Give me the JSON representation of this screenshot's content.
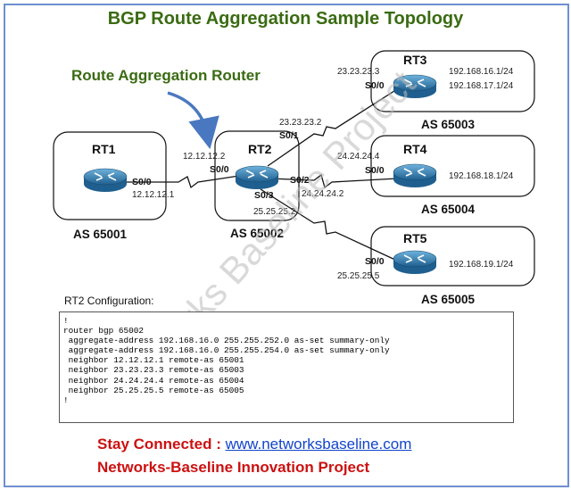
{
  "title": "BGP Route Aggregation Sample Topology",
  "agg_label": "Route Aggregation Router",
  "watermark": "Networks Baseline Project",
  "routers": {
    "rt1": {
      "name": "RT1",
      "as": "AS 65001",
      "iface": "S0/0",
      "ip": "12.12.12.1"
    },
    "rt2": {
      "name": "RT2",
      "as": "AS 65002",
      "s00": "S0/0",
      "s00_ip": "12.12.12.2",
      "s01": "S0/1",
      "s01_ip": "23.23.23.2",
      "s02": "S0/2",
      "s02_ip": "24.24.24.2",
      "s03": "S0/3",
      "s03_ip": "25.25.25.2"
    },
    "rt3": {
      "name": "RT3",
      "as": "AS 65003",
      "iface": "S0/0",
      "ip": "23.23.23.3",
      "net1": "192.168.16.1/24",
      "net2": "192.168.17.1/24"
    },
    "rt4": {
      "name": "RT4",
      "as": "AS 65004",
      "iface": "S0/0",
      "ip": "24.24.24.4",
      "net1": "192.168.18.1/24"
    },
    "rt5": {
      "name": "RT5",
      "as": "AS 65005",
      "iface": "S0/0",
      "ip": "25.25.25.5",
      "net1": "192.168.19.1/24"
    }
  },
  "config": {
    "title": "RT2 Configuration:",
    "lines": [
      "!",
      "router bgp 65002",
      " aggregate-address 192.168.16.0 255.255.252.0 as-set summary-only",
      " aggregate-address 192.168.16.0 255.255.254.0 as-set summary-only",
      " neighbor 12.12.12.1 remote-as 65001",
      " neighbor 23.23.23.3 remote-as 65003",
      " neighbor 24.24.24.4 remote-as 65004",
      " neighbor 25.25.25.5 remote-as 65005",
      "!"
    ]
  },
  "footer": {
    "stay": "Stay Connected : ",
    "url": "www.networksbaseline.com",
    "project": "Networks-Baseline Innovation Project"
  },
  "colors": {
    "title": "#3a6b12",
    "footer": "#cc1111",
    "link": "#1144cc",
    "router": "#2f7fb0"
  }
}
